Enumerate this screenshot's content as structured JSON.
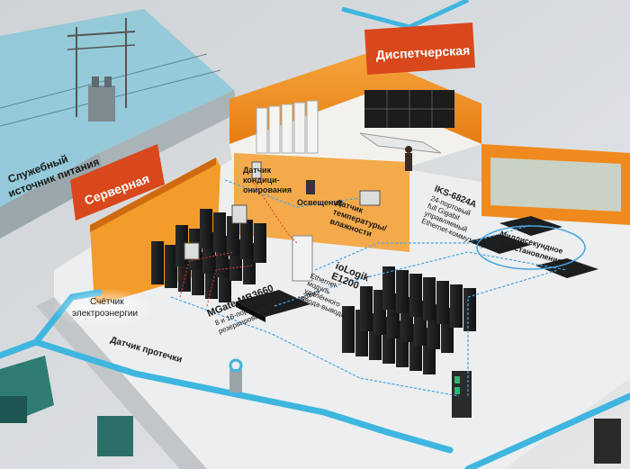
{
  "banners": {
    "control_room": "Диспетчерская",
    "server_room": "Серверная"
  },
  "labels": {
    "backup_power": [
      "Служебный",
      "источник питания"
    ],
    "ac_sensor": [
      "Датчик",
      "кондици-",
      "онирования"
    ],
    "lighting": "Освещение",
    "temp_humidity_sensor": [
      "Датчик",
      "температуры/",
      "влажности"
    ],
    "power_meter": [
      "Счётчик",
      "электроэнергии"
    ],
    "leak_sensor": "Датчик протечки",
    "mgate": [
      "MGate MB3660",
      "8 и 16-портовый",
      "резервированный шлюз Modbus"
    ],
    "iologik": [
      "ioLogik",
      "E1200",
      "Ethernet-",
      "модуль",
      "удалённого",
      "ввода-вывода"
    ],
    "iks": [
      "IKS-6824A",
      "24-портовый",
      "full Gigabit",
      "управляемый",
      "Ethernet-коммутатор"
    ],
    "recovery": [
      "Миллисекундное",
      "восстановление"
    ]
  },
  "colors": {
    "orange": "#f08a1e",
    "orange_dark": "#d06a10",
    "banner_red": "#d9481c",
    "cyan_pipe": "#3fb6e0",
    "floor": "#eceeef"
  }
}
